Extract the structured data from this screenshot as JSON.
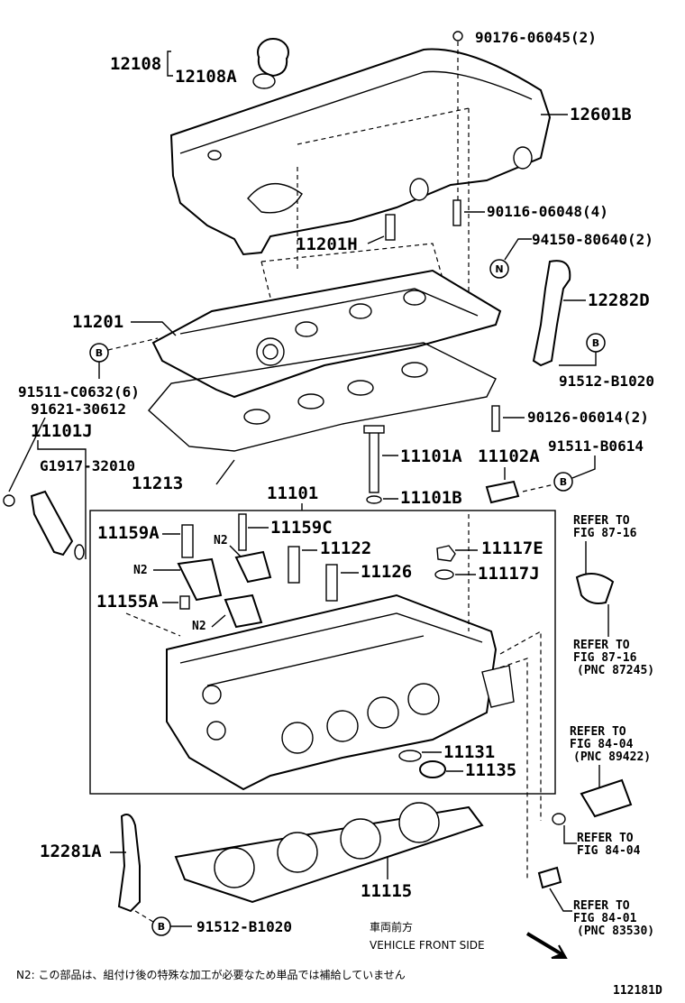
{
  "callouts": {
    "c12108": "12108",
    "c12108A": "12108A",
    "c90176": "90176-06045(2)",
    "c12601B": "12601B",
    "c90116": "90116-06048(4)",
    "c11201H": "11201H",
    "c94150": "94150-80640(2)",
    "c12282D": "12282D",
    "c11201": "11201",
    "c91512a": "91512-B1020",
    "c91511c": "91511-C0632(6)",
    "c91621": "91621-30612",
    "c90126": "90126-06014(2)",
    "c11101J": "11101J",
    "c11101A": "11101A",
    "c11102A": "11102A",
    "c91511b": "91511-B0614",
    "cG1917": "G1917-32010",
    "c11213": "11213",
    "c11101": "11101",
    "c11101B": "11101B",
    "c11159A": "11159A",
    "c11159C": "11159C",
    "c11122": "11122",
    "c11117E": "11117E",
    "c11126": "11126",
    "c11117J": "11117J",
    "c11155A": "11155A",
    "c11131": "11131",
    "c11135": "11135",
    "c12281A": "12281A",
    "c11115": "11115",
    "c91512b": "91512-B1020"
  },
  "markers": {
    "n": "N",
    "b": "B",
    "n2": "N2"
  },
  "refs": {
    "r1a": "REFER TO",
    "r1b": "FIG 87-16",
    "r2a": "REFER TO",
    "r2b": "FIG 87-16",
    "r2c": "(PNC 87245)",
    "r3a": "REFER TO",
    "r3b": "FIG 84-04",
    "r3c": "(PNC 89422)",
    "r4a": "REFER TO",
    "r4b": "FIG 84-04",
    "r5a": "REFER TO",
    "r5b": "FIG 84-01",
    "r5c": "(PNC 83530)"
  },
  "footer": {
    "front_jp": "車両前方",
    "front_en": "VEHICLE FRONT SIDE",
    "n2_note": "N2: この部品は、組付け後の特殊な加工が必要なため単品では補給していません",
    "diagram_id": "112181D"
  }
}
